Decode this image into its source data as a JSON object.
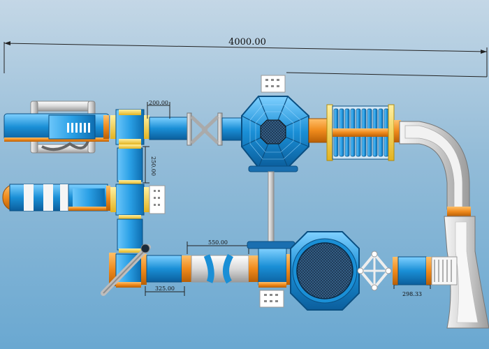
{
  "dimensions": {
    "overall": "4000.00",
    "gap_top": "200.00",
    "gap_vertical": "250.00",
    "beam_length": "550.00",
    "lower_left": "325.00",
    "lower_right": "298.33"
  },
  "colors": {
    "blue": "#1a8fd6",
    "light_blue": "#4db3ec",
    "orange": "#ef8a1c",
    "yellow": "#f1c232",
    "gray": "#d4d4d4",
    "white": "#fafafa",
    "dark": "#1b2a3a"
  },
  "icons": [
    "dimension-arrow-icon",
    "trampoline-mesh-icon",
    "ladder-icon"
  ]
}
